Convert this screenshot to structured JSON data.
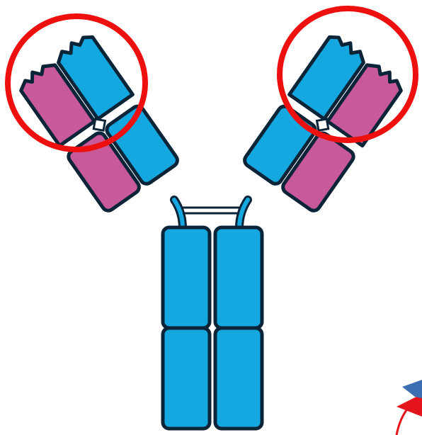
{
  "colors": {
    "heavy_chain": "#14a7e0",
    "light_chain": "#c8599a",
    "outline": "#0c2438",
    "highlight_circle": "#ee0f0f",
    "marker_star": "#3b6fb2",
    "marker_arrow": "#e4141b",
    "background": "#ffffff"
  },
  "parts": {
    "heavy_chain_icon": "heavy-chain",
    "light_chain_icon": "light-chain",
    "highlight_icon": "antigen-binding-site-highlight",
    "marker_icon": "star-arrow-icon"
  }
}
